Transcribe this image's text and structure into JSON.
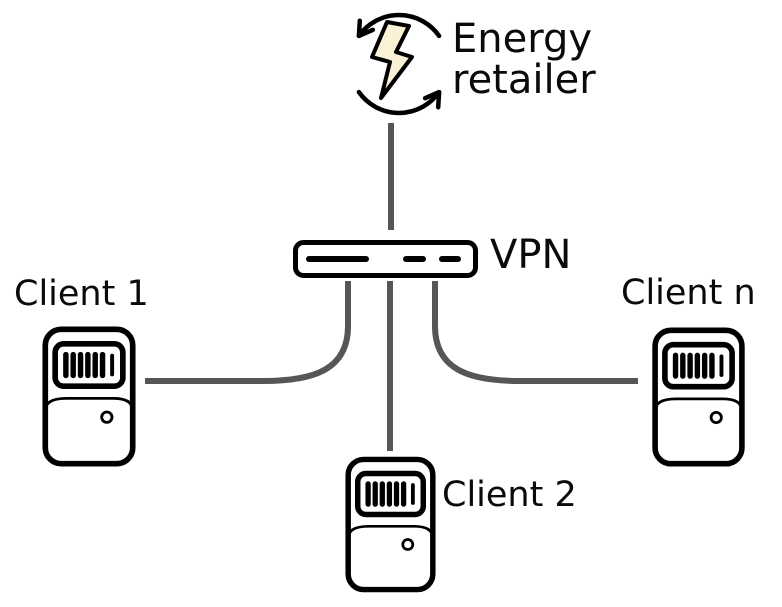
{
  "diagram": {
    "description": "Network topology: energy retailer connected through a VPN to n smart-meter clients"
  },
  "nodes": {
    "energy_retailer": {
      "label_line1": "Energy",
      "label_line2": "retailer",
      "icon": "energy-cycle-icon"
    },
    "vpn": {
      "label": "VPN",
      "icon": "vpn-router-icon"
    },
    "client_1": {
      "label": "Client 1",
      "icon": "smart-meter-icon"
    },
    "client_2": {
      "label": "Client 2",
      "icon": "smart-meter-icon"
    },
    "client_n": {
      "label": "Client n",
      "icon": "smart-meter-icon"
    }
  },
  "edges": [
    {
      "from": "energy_retailer",
      "to": "vpn"
    },
    {
      "from": "vpn",
      "to": "client_1"
    },
    {
      "from": "vpn",
      "to": "client_2"
    },
    {
      "from": "vpn",
      "to": "client_n"
    }
  ],
  "colors": {
    "outline": "#000000",
    "connector": "#565656",
    "bolt_fill": "#FBF1D4",
    "text": "#0a0a0a",
    "background": "#ffffff"
  }
}
